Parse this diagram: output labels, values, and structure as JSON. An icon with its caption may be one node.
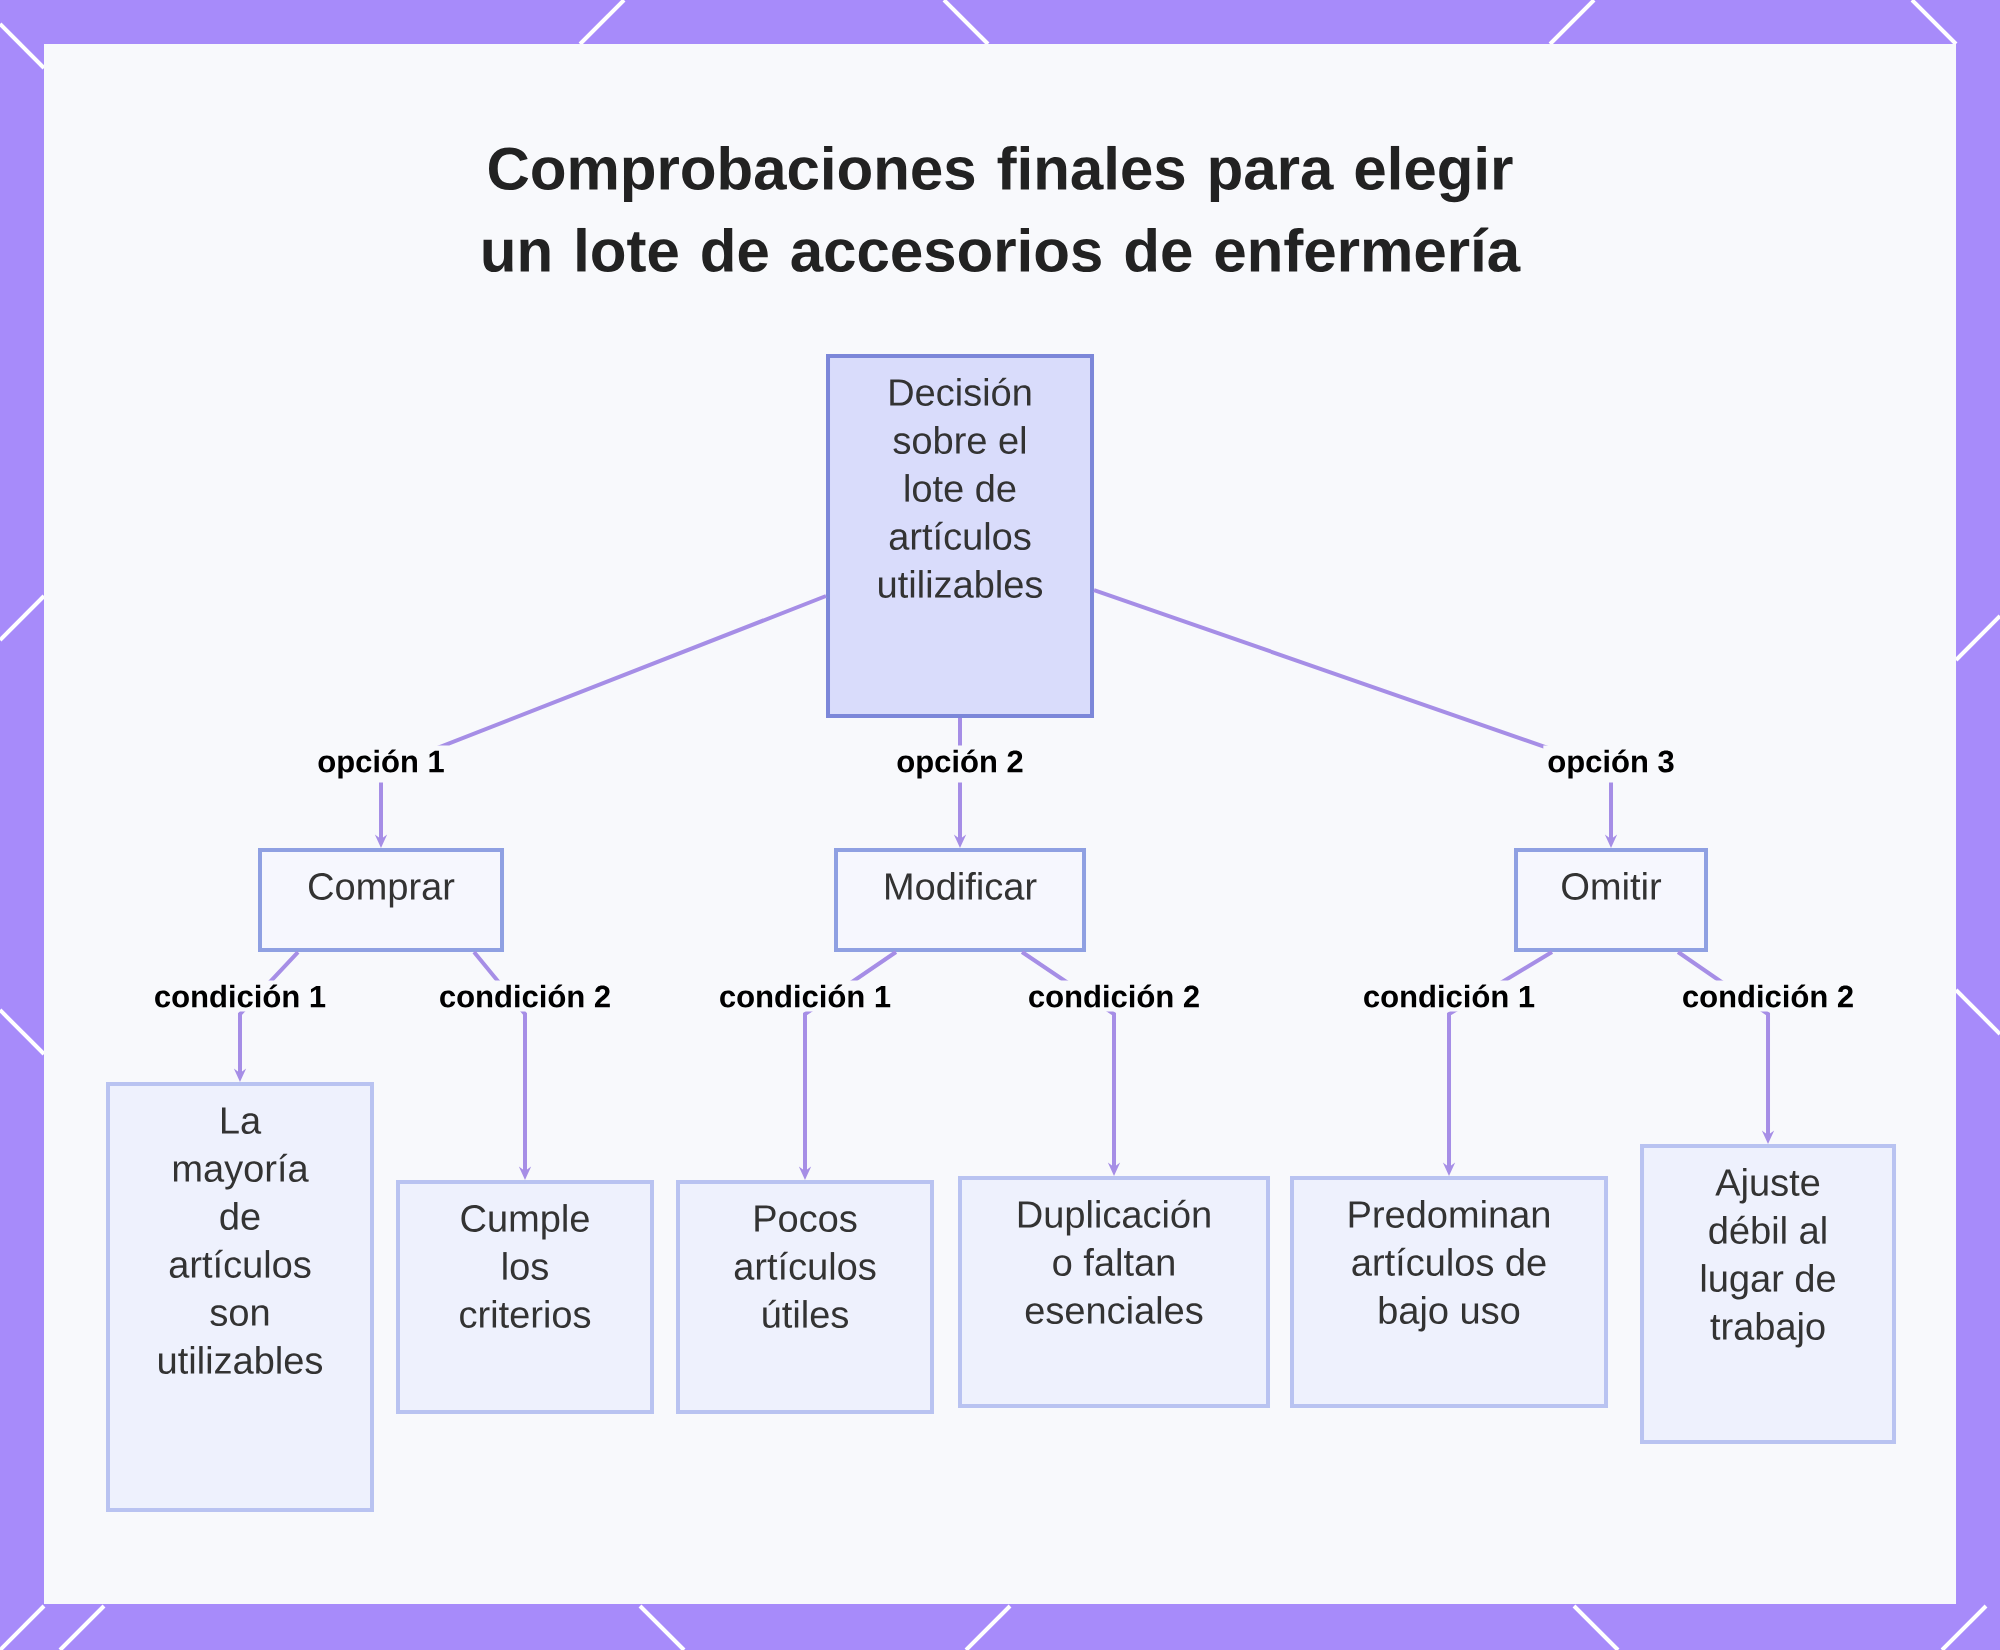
{
  "diagram": {
    "title": "Comprobaciones finales para elegir un lote de accesorios de enfermería",
    "nodes": [
      {
        "text": [
          "Decisión sobre el lote de artículos utilizables"
        ]
      },
      {
        "text": [
          "Comprar"
        ]
      },
      {
        "text": [
          "Modificar"
        ]
      },
      {
        "text": [
          "Omitir"
        ]
      },
      {
        "text": [
          "La mayoría de artículos son utilizables"
        ]
      },
      {
        "text": [
          "Cumple los criterios"
        ]
      },
      {
        "text": [
          "Pocos artículos útiles"
        ]
      },
      {
        "text": [
          "Duplicación o faltan esenciales"
        ]
      },
      {
        "text": [
          "Predominan artículos de bajo uso"
        ]
      },
      {
        "text": [
          "Ajuste débil al lugar de trabajo"
        ]
      }
    ],
    "edges": [
      {
        "from": 0,
        "to": 1,
        "arrow": "to",
        "label": "opción 1"
      },
      {
        "from": 0,
        "to": 2,
        "arrow": "to",
        "label": "opción 2"
      },
      {
        "from": 0,
        "to": 3,
        "arrow": "to",
        "label": "opción 3"
      },
      {
        "from": 1,
        "to": 4,
        "arrow": "to",
        "label": "condición 1"
      },
      {
        "from": 1,
        "to": 5,
        "arrow": "to",
        "label": "condición 2"
      },
      {
        "from": 2,
        "to": 6,
        "arrow": "to",
        "label": "condición 1"
      },
      {
        "from": 2,
        "to": 7,
        "arrow": "to",
        "label": "condición 2"
      },
      {
        "from": 3,
        "to": 8,
        "arrow": "to",
        "label": "condición 1"
      },
      {
        "from": 3,
        "to": 9,
        "arrow": "to",
        "label": "condición 2"
      }
    ]
  }
}
